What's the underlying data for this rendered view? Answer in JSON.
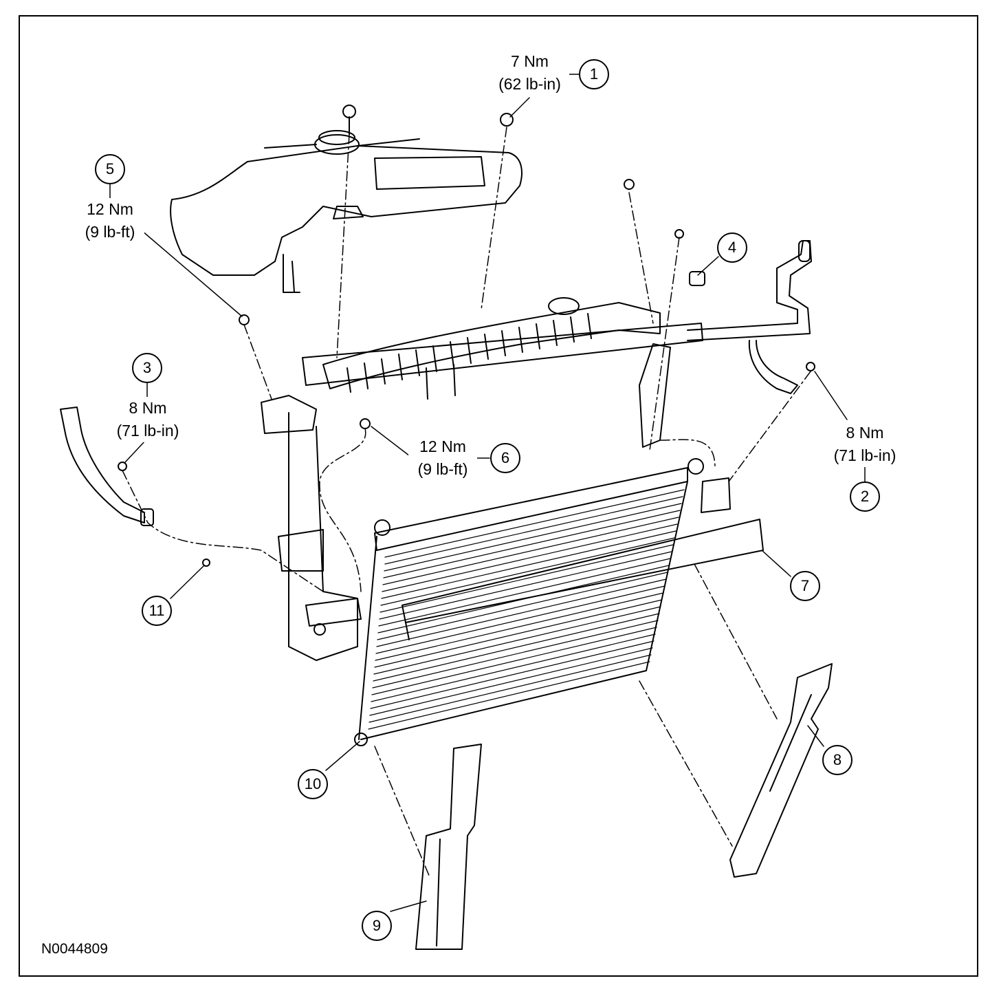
{
  "figure_id": "N0044809",
  "callouts": [
    "1",
    "2",
    "3",
    "4",
    "5",
    "6",
    "7",
    "8",
    "9",
    "10",
    "11"
  ],
  "torque_specs": {
    "c1": {
      "nm": "7 Nm",
      "imperial": "(62 lb-in)"
    },
    "c2": {
      "nm": "8 Nm",
      "imperial": "(71 lb-in)"
    },
    "c3": {
      "nm": "8 Nm",
      "imperial": "(71 lb-in)"
    },
    "c5": {
      "nm": "12 Nm",
      "imperial": "(9 lb-ft)"
    },
    "c6": {
      "nm": "12 Nm",
      "imperial": "(9 lb-ft)"
    }
  }
}
